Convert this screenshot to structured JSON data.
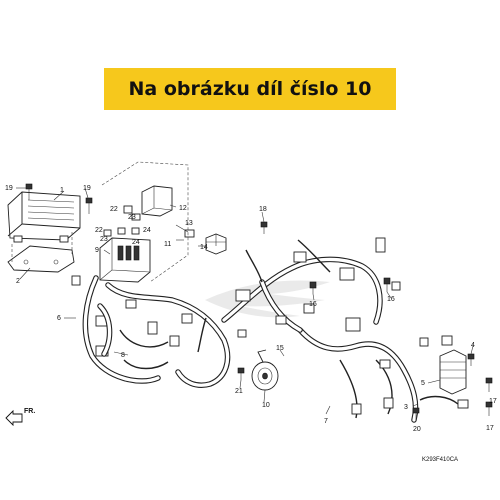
{
  "banner": {
    "text": "Na obrázku díl číslo 10",
    "color": "#f6c81c"
  },
  "callouts": [
    "1",
    "2",
    "3",
    "4",
    "5",
    "6",
    "7",
    "8",
    "9",
    "10",
    "11",
    "12",
    "13",
    "14",
    "15",
    "16",
    "16",
    "17",
    "17",
    "18",
    "19",
    "19",
    "20",
    "21",
    "22",
    "22",
    "23",
    "23",
    "24",
    "24"
  ],
  "front_marker": "FR.",
  "diagram_code": "K293F410CA",
  "watermark_icon": "honda-wing-watermark-icon"
}
